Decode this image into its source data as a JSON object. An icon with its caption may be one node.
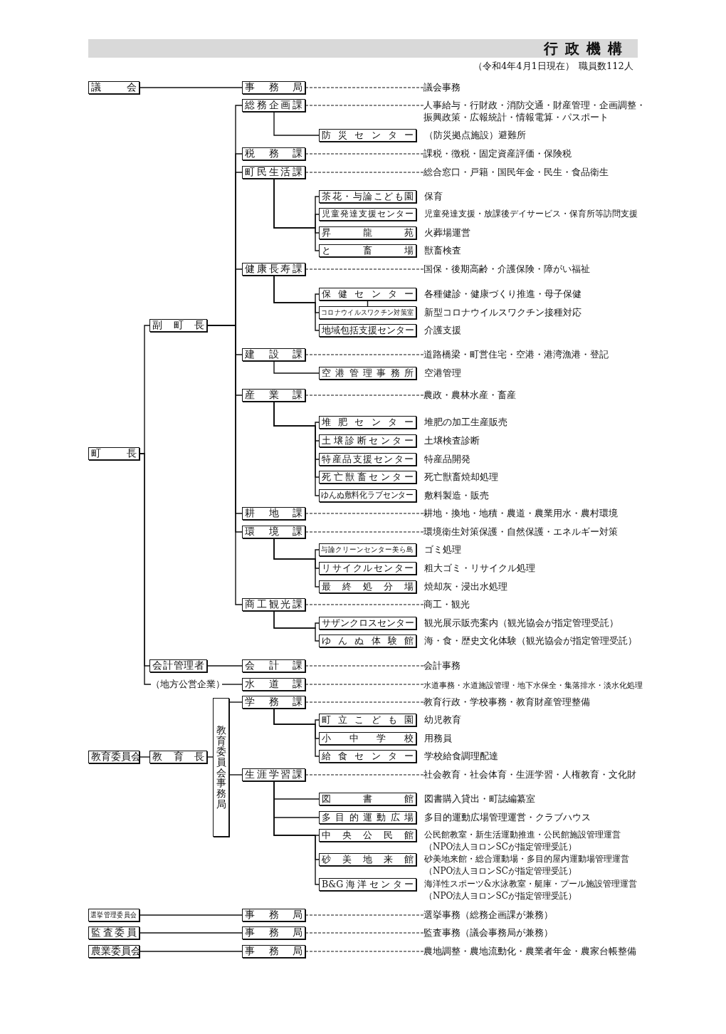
{
  "diagram": {
    "title": "行政機構",
    "nodes": [
      {
        "text": [
          "議会"
        ]
      },
      {
        "text": [
          "事務局"
        ]
      },
      {
        "text": [
          "議会事務"
        ]
      },
      {
        "text": [
          "町長"
        ]
      },
      {
        "text": [
          "副町長"
        ]
      },
      {
        "text": [
          "総務企画課"
        ]
      },
      {
        "text": [
          "人事給与・行財政・消防交通・財産管理・企画調整・振興政策・広報統計・情報電算・パスポート"
        ]
      },
      {
        "text": [
          "防災センター"
        ],
        "beside": [
          "（防災拠点施設）避難所"
        ]
      },
      {
        "text": [
          "税務課"
        ]
      },
      {
        "text": [
          "課税・徴税・固定資産評価・保険税"
        ]
      },
      {
        "text": [
          "町民生活課"
        ]
      },
      {
        "text": [
          "総合窓口・戸籍・国民年金・民生・食品衛生"
        ]
      },
      {
        "text": [
          "茶花・与論こども園"
        ],
        "beside": [
          "保育"
        ]
      },
      {
        "text": [
          "児童発達支援センター"
        ],
        "beside": [
          "児童発達支援・放課後デイサービス・保育所等訪問支援"
        ]
      },
      {
        "text": [
          "昇龍苑"
        ],
        "beside": [
          "火葬場運営"
        ]
      },
      {
        "text": [
          "と畜場"
        ],
        "beside": [
          "獣畜検査"
        ]
      },
      {
        "text": [
          "健康長寿課"
        ]
      },
      {
        "text": [
          "国保・後期高齢・介護保険・障がい福祉"
        ]
      },
      {
        "text": [
          "保健センター"
        ],
        "beside": [
          "各種健診・健康づくり推進・母子保健"
        ]
      },
      {
        "text": [
          "コロナウイルスワクチン対策室"
        ],
        "beside": [
          "新型コロナウイルスワクチン接種対応"
        ]
      },
      {
        "text": [
          "地域包括支援センター"
        ],
        "beside": [
          "介護支援"
        ]
      },
      {
        "text": [
          "建設課"
        ]
      },
      {
        "text": [
          "道路橋梁・町営住宅・空港・港湾漁港・登記"
        ]
      },
      {
        "text": [
          "空港管理事務所"
        ],
        "beside": [
          "空港管理"
        ]
      },
      {
        "text": [
          "産業課"
        ]
      },
      {
        "text": [
          "農政・農林水産・畜産"
        ]
      },
      {
        "text": [
          "堆肥センター"
        ],
        "beside": [
          "堆肥の加工生産販売"
        ]
      },
      {
        "text": [
          "土壌診断センター"
        ],
        "beside": [
          "土壌検査診断"
        ]
      },
      {
        "text": [
          "特産品支援センター"
        ],
        "beside": [
          "特産品開発"
        ]
      },
      {
        "text": [
          "死亡獣畜センター"
        ],
        "beside": [
          "死亡獣畜焼却処理"
        ]
      },
      {
        "text": [
          "ゆんぬ敷料化ラブセンター"
        ],
        "beside": [
          "敷料製造・販売"
        ]
      },
      {
        "text": [
          "耕地課"
        ]
      },
      {
        "text": [
          "耕地・換地・地積・農道・農業用水・農村環境"
        ]
      },
      {
        "text": [
          "環境課"
        ]
      },
      {
        "text": [
          "環境衛生対策保護・自然保護・エネルギー対策"
        ]
      },
      {
        "text": [
          "与論クリーンセンター美ら島"
        ],
        "beside": [
          "ゴミ処理"
        ]
      },
      {
        "text": [
          "リサイクルセンター"
        ],
        "beside": [
          "粗大ゴミ・リサイクル処理"
        ]
      },
      {
        "text": [
          "最終処分場"
        ],
        "beside": [
          "焼却灰・浸出水処理"
        ]
      },
      {
        "text": [
          "商工観光課"
        ]
      },
      {
        "text": [
          "商工・観光"
        ]
      },
      {
        "text": [
          "サザンクロスセンター"
        ],
        "beside": [
          "観光展示販売案内（観光協会が指定管理受託）"
        ]
      },
      {
        "text": [
          "ゆんぬ体験館"
        ],
        "beside": [
          "海・食・歴史文化体験（観光協会が指定管理受託）"
        ]
      },
      {
        "text": [
          "会計管理者"
        ]
      },
      {
        "text": [
          "会計課"
        ]
      },
      {
        "text": [
          "会計事務"
        ]
      },
      {
        "text": [
          "（地方公営企業）"
        ]
      },
      {
        "text": [
          "水道課"
        ]
      },
      {
        "text": [
          "水道事務・水道施設管理・地下水保全・集落排水・淡水化処理"
        ]
      },
      {
        "text": [
          "教育委員会"
        ]
      },
      {
        "text": [
          "教育長"
        ]
      },
      {
        "text": [
          "教育委員会事務局"
        ]
      },
      {
        "text": [
          "学務課"
        ]
      },
      {
        "text": [
          "教育行政・学校事務・教育財産管理整備"
        ]
      },
      {
        "text": [
          "町立こども園"
        ],
        "beside": [
          "幼児教育"
        ]
      },
      {
        "text": [
          "小中学校"
        ],
        "beside": [
          "用務員"
        ]
      },
      {
        "text": [
          "給食センター"
        ],
        "beside": [
          "学校給食調理配達"
        ]
      },
      {
        "text": [
          "生涯学習課"
        ]
      },
      {
        "text": [
          "社会教育・社会体育・生涯学習・人権教育・文化財"
        ]
      },
      {
        "text": [
          "図書館"
        ],
        "beside": [
          "図書購入貸出・町誌編纂室"
        ]
      },
      {
        "text": [
          "多目的運動広場"
        ],
        "beside": [
          "多目的運動広場管理運営・クラブハウス"
        ]
      },
      {
        "text": [
          "中央公民館"
        ],
        "beside": [
          "公民館教室・新生活運動推進・公民館施設管理運営（NPO法人ヨロンSCが指定管理受託）"
        ]
      },
      {
        "text": [
          "砂美地来館"
        ],
        "beside": [
          "砂美地来館・総合運動場・多目的屋内運動場管理運営（NPO法人ヨロンSCが指定管理受託）"
        ]
      },
      {
        "text": [
          "B&G海洋センター"
        ],
        "beside": [
          "海洋性スポーツ&水泳教室・艇庫・プール施設管理運営（NPO法人ヨロンSCが指定管理受託）"
        ]
      },
      {
        "text": [
          "選挙管理委員会"
        ]
      },
      {
        "text": [
          "事務局"
        ]
      },
      {
        "text": [
          "選挙事務（総務企画課が兼務）"
        ]
      },
      {
        "text": [
          "監査委員"
        ]
      },
      {
        "text": [
          "事務局"
        ]
      },
      {
        "text": [
          "監査事務（議会事務局が兼務）"
        ]
      },
      {
        "text": [
          "農業委員会"
        ]
      },
      {
        "text": [
          "事務局"
        ]
      },
      {
        "text": [
          "農地調整・農地流動化・農業者年金・農家台帳整備"
        ]
      }
    ],
    "edges": [
      {
        "from": 0,
        "to": 1,
        "arrow": "none"
      },
      {
        "from": 1,
        "to": 2,
        "arrow": "none",
        "style": "dashed"
      },
      {
        "from": 3,
        "to": 4,
        "arrow": "none"
      },
      {
        "from": 3,
        "to": 42,
        "arrow": "none"
      },
      {
        "from": 3,
        "to": 45,
        "arrow": "none"
      },
      {
        "from": 4,
        "to": 5,
        "arrow": "none"
      },
      {
        "from": 4,
        "to": 8,
        "arrow": "none"
      },
      {
        "from": 4,
        "to": 10,
        "arrow": "none"
      },
      {
        "from": 4,
        "to": 16,
        "arrow": "none"
      },
      {
        "from": 4,
        "to": 21,
        "arrow": "none"
      },
      {
        "from": 4,
        "to": 24,
        "arrow": "none"
      },
      {
        "from": 4,
        "to": 31,
        "arrow": "none"
      },
      {
        "from": 4,
        "to": 33,
        "arrow": "none"
      },
      {
        "from": 4,
        "to": 38,
        "arrow": "none"
      },
      {
        "from": 5,
        "to": 6,
        "arrow": "none",
        "style": "dashed"
      },
      {
        "from": 8,
        "to": 9,
        "arrow": "none",
        "style": "dashed"
      },
      {
        "from": 10,
        "to": 11,
        "arrow": "none",
        "style": "dashed"
      },
      {
        "from": 16,
        "to": 17,
        "arrow": "none",
        "style": "dashed"
      },
      {
        "from": 21,
        "to": 22,
        "arrow": "none",
        "style": "dashed"
      },
      {
        "from": 24,
        "to": 25,
        "arrow": "none",
        "style": "dashed"
      },
      {
        "from": 31,
        "to": 32,
        "arrow": "none",
        "style": "dashed"
      },
      {
        "from": 33,
        "to": 34,
        "arrow": "none",
        "style": "dashed"
      },
      {
        "from": 38,
        "to": 39,
        "arrow": "none",
        "style": "dashed"
      },
      {
        "from": 5,
        "to": 7,
        "arrow": "none"
      },
      {
        "from": 10,
        "to": 12,
        "arrow": "none"
      },
      {
        "from": 10,
        "to": 13,
        "arrow": "none"
      },
      {
        "from": 10,
        "to": 14,
        "arrow": "none"
      },
      {
        "from": 10,
        "to": 15,
        "arrow": "none"
      },
      {
        "from": 16,
        "to": 18,
        "arrow": "none"
      },
      {
        "from": 16,
        "to": 19,
        "arrow": "none"
      },
      {
        "from": 16,
        "to": 20,
        "arrow": "none"
      },
      {
        "from": 18,
        "to": 19,
        "arrow": "none"
      },
      {
        "from": 21,
        "to": 23,
        "arrow": "none"
      },
      {
        "from": 24,
        "to": 26,
        "arrow": "none"
      },
      {
        "from": 24,
        "to": 27,
        "arrow": "none"
      },
      {
        "from": 24,
        "to": 28,
        "arrow": "none"
      },
      {
        "from": 24,
        "to": 29,
        "arrow": "none"
      },
      {
        "from": 24,
        "to": 30,
        "arrow": "none"
      },
      {
        "from": 33,
        "to": 35,
        "arrow": "none"
      },
      {
        "from": 33,
        "to": 36,
        "arrow": "none"
      },
      {
        "from": 33,
        "to": 37,
        "arrow": "none"
      },
      {
        "from": 38,
        "to": 40,
        "arrow": "none"
      },
      {
        "from": 38,
        "to": 41,
        "arrow": "none"
      },
      {
        "from": 42,
        "to": 43,
        "arrow": "none"
      },
      {
        "from": 43,
        "to": 44,
        "arrow": "none",
        "style": "dashed"
      },
      {
        "from": 45,
        "to": 46,
        "arrow": "none"
      },
      {
        "from": 46,
        "to": 47,
        "arrow": "none",
        "style": "dashed"
      },
      {
        "from": 48,
        "to": 49,
        "arrow": "none"
      },
      {
        "from": 49,
        "to": 50,
        "arrow": "none"
      },
      {
        "from": 50,
        "to": 51,
        "arrow": "none"
      },
      {
        "from": 50,
        "to": 56,
        "arrow": "none"
      },
      {
        "from": 51,
        "to": 52,
        "arrow": "none",
        "style": "dashed"
      },
      {
        "from": 56,
        "to": 57,
        "arrow": "none",
        "style": "dashed"
      },
      {
        "from": 51,
        "to": 53,
        "arrow": "none"
      },
      {
        "from": 51,
        "to": 54,
        "arrow": "none"
      },
      {
        "from": 51,
        "to": 55,
        "arrow": "none"
      },
      {
        "from": 56,
        "to": 58,
        "arrow": "none"
      },
      {
        "from": 56,
        "to": 59,
        "arrow": "none"
      },
      {
        "from": 56,
        "to": 60,
        "arrow": "none"
      },
      {
        "from": 56,
        "to": 61,
        "arrow": "none"
      },
      {
        "from": 56,
        "to": 62,
        "arrow": "none"
      },
      {
        "from": 63,
        "to": 64,
        "arrow": "none"
      },
      {
        "from": 64,
        "to": 65,
        "arrow": "none",
        "style": "dashed"
      },
      {
        "from": 66,
        "to": 67,
        "arrow": "none"
      },
      {
        "from": 67,
        "to": 68,
        "arrow": "none",
        "style": "dashed"
      },
      {
        "from": 69,
        "to": 70,
        "arrow": "none"
      },
      {
        "from": 70,
        "to": 71,
        "arrow": "none",
        "style": "dashed"
      }
    ],
    "labels": [
      "（令和4年4月1日現在）",
      "職員数112人"
    ]
  }
}
